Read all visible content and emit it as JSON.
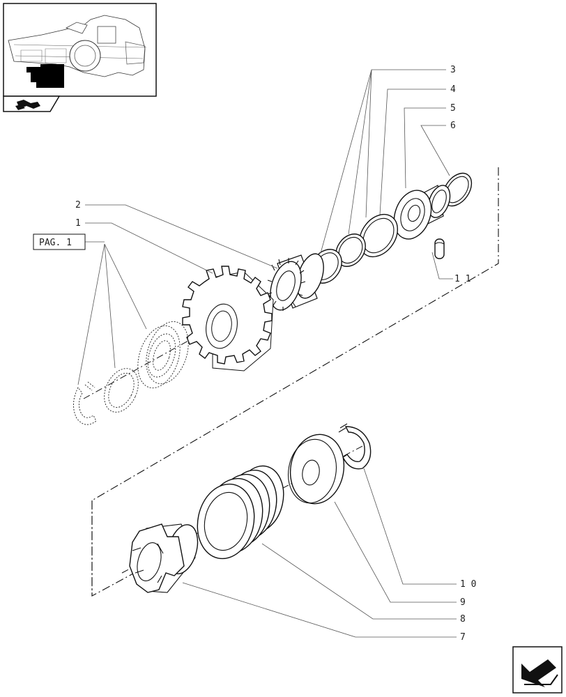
{
  "callouts": {
    "c1": "1",
    "c2": "2",
    "c3": "3",
    "c4": "4",
    "c5": "5",
    "c6": "6",
    "c7": "7",
    "c8": "8",
    "c9": "9",
    "c10": "1 0",
    "c11": "1 1"
  },
  "reference_box": "PAG. 1",
  "icons": {
    "nav_icon": "book-arrow-icon",
    "next_page_icon": "next-page-arrow-icon"
  }
}
